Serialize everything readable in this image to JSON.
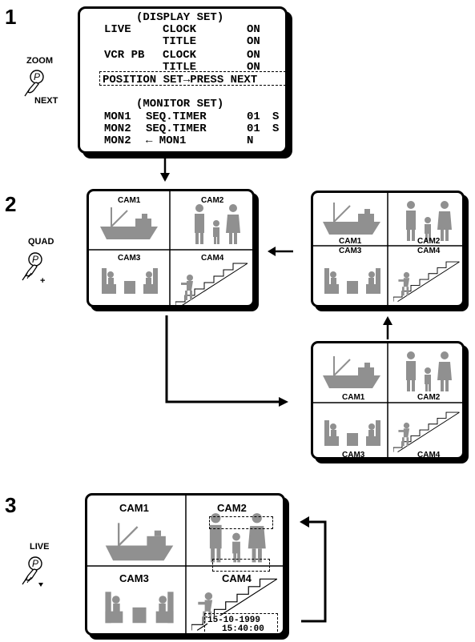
{
  "steps": {
    "s1": "1",
    "s2": "2",
    "s3": "3"
  },
  "buttons": {
    "zoom": "ZOOM",
    "next": "NEXT",
    "quad": "QUAD",
    "live": "LIVE"
  },
  "osd": {
    "display_header": "(DISPLAY SET)",
    "live": "LIVE",
    "clock": "CLOCK",
    "title": "TITLE",
    "vcr_pb": "VCR PB",
    "on": "ON",
    "position_line": "POSITION SET→PRESS NEXT",
    "monitor_header": "(MONITOR SET)",
    "mon1": "MON1",
    "mon2": "MON2",
    "seq_timer": "SEQ.TIMER",
    "timer_value": "01",
    "seconds": "S",
    "arrow_mon1": "← MON1",
    "n_value": "N"
  },
  "cams": {
    "c1": "CAM1",
    "c2": "CAM2",
    "c3": "CAM3",
    "c4": "CAM4"
  },
  "timestamp": {
    "date": "15-10-1999",
    "time": "15:40:00"
  },
  "colors": {
    "camera_gray": "#909090",
    "ink": "#000000"
  }
}
